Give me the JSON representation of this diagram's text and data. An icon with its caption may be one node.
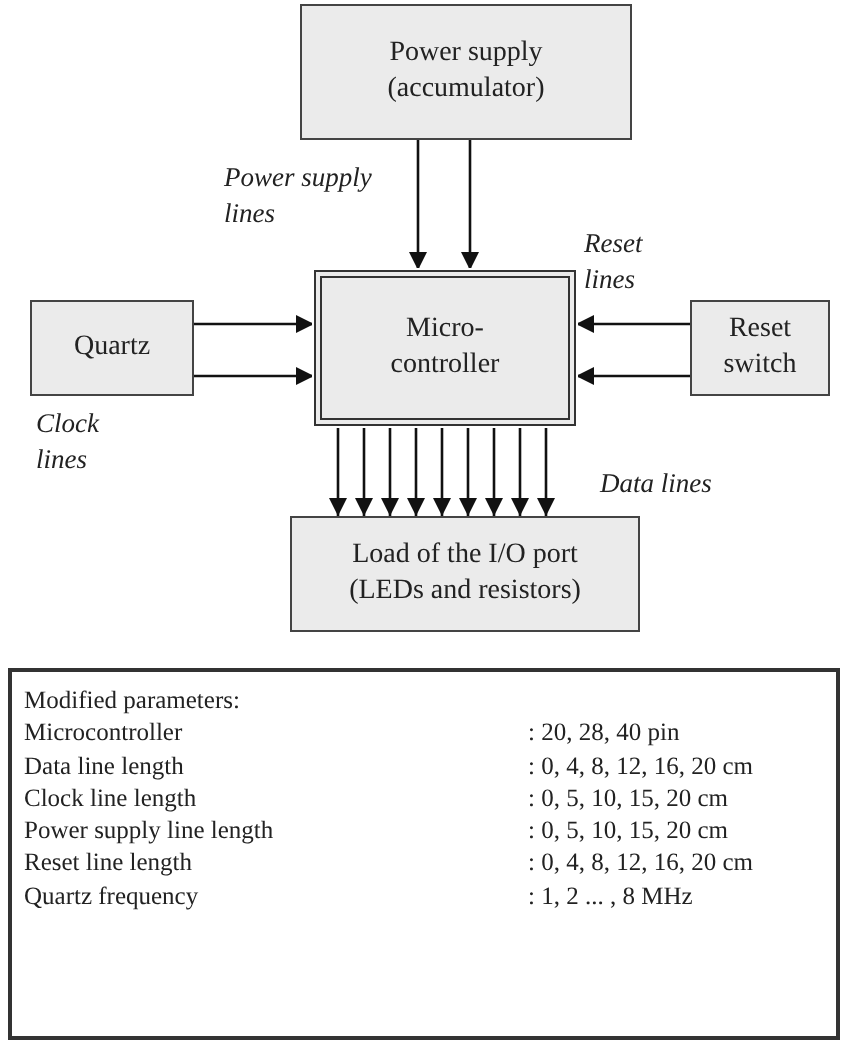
{
  "diagram": {
    "nodes": [
      {
        "text": [
          "Power supply (accumulator)"
        ]
      },
      {
        "text": [
          "Micro- controller"
        ]
      },
      {
        "text": [
          "Quartz"
        ]
      },
      {
        "text": [
          "Reset switch"
        ]
      },
      {
        "text": [
          "Load of the I/O port (LEDs and resistors)"
        ]
      },
      {
        "text": [
          "Modified parameters:",
          "Microcontroller",
          ": 20, 28, 40 pin",
          "Data line length",
          ": 0, 4, 8, 12, 16, 20 cm",
          "Clock line length",
          ": 0, 5, 10, 15, 20 cm",
          "Power supply line length",
          ": 0, 5, 10, 15, 20 cm",
          "Reset line length",
          ": 0, 4, 8, 12, 16, 20 cm",
          "Quartz frequency",
          ": 1, 2 ... , 8 MHz"
        ]
      }
    ],
    "edges": [
      {
        "from": 0,
        "to": 1,
        "arrow": "to"
      },
      {
        "from": 0,
        "to": 1,
        "arrow": "to"
      },
      {
        "from": 2,
        "to": 1,
        "arrow": "to"
      },
      {
        "from": 2,
        "to": 1,
        "arrow": "to"
      },
      {
        "from": 3,
        "to": 1,
        "arrow": "to"
      },
      {
        "from": 3,
        "to": 1,
        "arrow": "to"
      },
      {
        "from": 1,
        "to": 4,
        "arrow": "to"
      },
      {
        "from": 1,
        "to": 4,
        "arrow": "to"
      },
      {
        "from": 1,
        "to": 4,
        "arrow": "to"
      },
      {
        "from": 1,
        "to": 4,
        "arrow": "to"
      },
      {
        "from": 1,
        "to": 4,
        "arrow": "to"
      },
      {
        "from": 1,
        "to": 4,
        "arrow": "to"
      },
      {
        "from": 1,
        "to": 4,
        "arrow": "to"
      },
      {
        "from": 1,
        "to": 4,
        "arrow": "to"
      },
      {
        "from": 1,
        "to": 4,
        "arrow": "to"
      }
    ],
    "labels": [
      "Power supply lines",
      "Reset lines",
      "Clock lines",
      "Data lines"
    ]
  }
}
